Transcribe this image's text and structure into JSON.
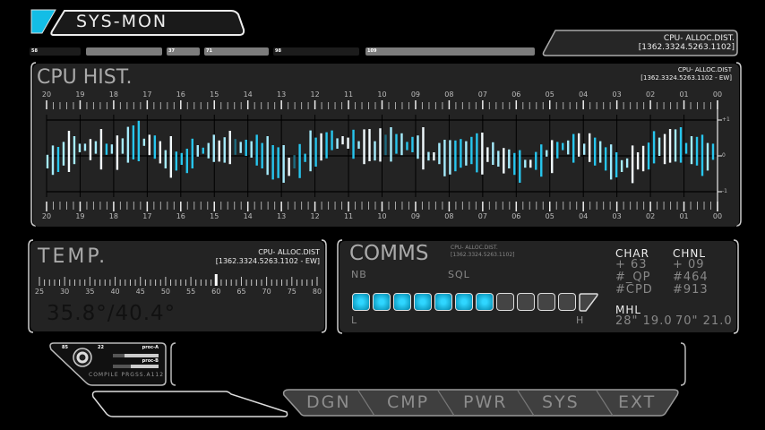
{
  "header": {
    "title": "SYS-MON",
    "info_line1": "CPU- ALLOC.DIST.",
    "info_line2": "[1362.3324.5263.1102]"
  },
  "status_segments": [
    {
      "label": "58",
      "style": "dark"
    },
    {
      "label": "",
      "style": "gray"
    },
    {
      "label": "37",
      "style": "gray"
    },
    {
      "label": "71",
      "style": "gray"
    },
    {
      "label": "98",
      "style": "dark"
    },
    {
      "label": "109",
      "style": "gray"
    }
  ],
  "cpu_hist": {
    "title": "CPU HIST.",
    "info_line1": "CPU- ALLOC.DIST",
    "info_line2": "[1362.3324.5263.1102 - EW]",
    "chart_data": {
      "type": "bar",
      "x_ticks": [
        "20",
        "19",
        "18",
        "17",
        "16",
        "15",
        "14",
        "13",
        "12",
        "11",
        "10",
        "09",
        "08",
        "07",
        "06",
        "05",
        "04",
        "03",
        "02",
        "01",
        "00"
      ],
      "y_ticks": [
        "+1",
        "0",
        "-1"
      ],
      "ylim": [
        -1,
        1
      ],
      "bars_hi_lo": [
        [
          0.03,
          -0.35
        ],
        [
          0.29,
          -0.53
        ],
        [
          0.25,
          -0.45
        ],
        [
          0.39,
          -0.27
        ],
        [
          0.7,
          -0.45
        ],
        [
          0.55,
          -0.23
        ],
        [
          0.34,
          0.1
        ],
        [
          0.34,
          0.14
        ],
        [
          0.47,
          -0.12
        ],
        [
          0.41,
          0.06
        ],
        [
          0.75,
          -0.38
        ],
        [
          0.34,
          0.03
        ],
        [
          0.32,
          0.06
        ],
        [
          0.57,
          -0.39
        ],
        [
          0.49,
          0.06
        ],
        [
          0.81,
          -0.19
        ],
        [
          0.85,
          -0.1
        ],
        [
          0.98,
          -0.15
        ],
        [
          0.48,
          0.28
        ],
        [
          0.59,
          0.02
        ],
        [
          0.57,
          -0.08
        ],
        [
          0.41,
          -0.21
        ],
        [
          0.16,
          -0.35
        ],
        [
          0.55,
          -0.61
        ],
        [
          0.12,
          -0.41
        ],
        [
          0.08,
          -0.25
        ],
        [
          0.2,
          -0.48
        ],
        [
          0.48,
          -0.35
        ],
        [
          0.3,
          -0.02
        ],
        [
          0.23,
          0.06
        ],
        [
          0.36,
          -0.07
        ],
        [
          0.59,
          -0.17
        ],
        [
          0.43,
          -0.16
        ],
        [
          0.52,
          -0.19
        ],
        [
          0.7,
          -0.23
        ],
        [
          0.47,
          0.03
        ],
        [
          0.39,
          0.08
        ],
        [
          0.45,
          0
        ],
        [
          0.41,
          -0.05
        ],
        [
          0.59,
          -0.27
        ],
        [
          0.36,
          -0.35
        ],
        [
          0.55,
          -0.53
        ],
        [
          0.3,
          -0.66
        ],
        [
          0.24,
          -0.62
        ],
        [
          0.3,
          -0.75
        ],
        [
          -0.05,
          -0.56
        ],
        [
          0.02,
          -0.35
        ],
        [
          0.33,
          -0.62
        ],
        [
          0.06,
          -0.17
        ],
        [
          0.71,
          -0.43
        ],
        [
          0.51,
          -0.3
        ],
        [
          0.63,
          -0.13
        ],
        [
          0.66,
          -0.07
        ],
        [
          0.71,
          0.16
        ],
        [
          0.49,
          0.2
        ],
        [
          0.55,
          0.32
        ],
        [
          0.51,
          0.2
        ],
        [
          0.73,
          -0.08
        ],
        [
          0.41,
          0.2
        ],
        [
          0.74,
          -0.23
        ],
        [
          0.75,
          -0.15
        ],
        [
          0.41,
          -0.13
        ],
        [
          0.77,
          -0.16
        ],
        [
          0.59,
          0.02
        ],
        [
          0.8,
          -0.16
        ],
        [
          0.61,
          0.06
        ],
        [
          0.63,
          0.02
        ],
        [
          0.39,
          0.16
        ],
        [
          0.53,
          0.1
        ],
        [
          0.57,
          -0.08
        ],
        [
          0.8,
          -0.38
        ],
        [
          0.11,
          -0.13
        ],
        [
          0.1,
          -0.13
        ],
        [
          0.36,
          -0.23
        ],
        [
          0.45,
          -0.57
        ],
        [
          0.44,
          -0.52
        ],
        [
          0.43,
          -0.43
        ],
        [
          0.47,
          -0.33
        ],
        [
          0.41,
          -0.27
        ],
        [
          0.53,
          -0.23
        ],
        [
          0.63,
          -0.46
        ],
        [
          0.65,
          -0.52
        ],
        [
          0.24,
          -0.17
        ],
        [
          0.38,
          -0.25
        ],
        [
          0.14,
          -0.3
        ],
        [
          0.22,
          -0.49
        ],
        [
          0.18,
          -0.35
        ],
        [
          0.08,
          -0.53
        ],
        [
          0.16,
          -0.75
        ],
        [
          -0.11,
          -0.33
        ],
        [
          -0.11,
          -0.33
        ],
        [
          0.11,
          -0.39
        ],
        [
          0.32,
          -0.58
        ],
        [
          0.16,
          -0.02
        ],
        [
          0.44,
          -0.48
        ],
        [
          0.39,
          -0.07
        ],
        [
          0.36,
          0.16
        ],
        [
          0.43,
          0.04
        ],
        [
          0.61,
          -0.19
        ],
        [
          0.63,
          -0.02
        ],
        [
          0.34,
          0.03
        ],
        [
          0.63,
          -0.17
        ],
        [
          0.51,
          -0.27
        ],
        [
          0.41,
          -0.19
        ],
        [
          0.24,
          -0.41
        ],
        [
          0.32,
          -0.66
        ],
        [
          0.1,
          -0.6
        ],
        [
          -0.12,
          -0.45
        ],
        [
          -0.07,
          -0.33
        ],
        [
          0.29,
          -0.76
        ],
        [
          0.1,
          -0.38
        ],
        [
          0.28,
          -0.43
        ],
        [
          0.37,
          -0.38
        ],
        [
          0.69,
          -0.21
        ],
        [
          0.51,
          0
        ],
        [
          0.61,
          -0.23
        ],
        [
          0.75,
          -0.19
        ],
        [
          0.74,
          -0.16
        ],
        [
          0.8,
          -0.19
        ],
        [
          0.36,
          0.06
        ],
        [
          0.55,
          -0.23
        ],
        [
          0.53,
          -0.27
        ],
        [
          0.59,
          -0.56
        ],
        [
          0.36,
          -0.41
        ],
        [
          0.34,
          -0.11
        ]
      ],
      "bar_colors": "llclwlllwlwclwllcclwcwlwcccclcllwlwdlclcclcclwdcclcwcclwwclwwlwdlclcclwlwlllcclccwwllwlcclwcclwcclcwlwclclcllwwwcclwwlcclcclccllw",
      "palette": {
        "w": "#f2fbff",
        "l": "#a6ecfd",
        "c": "#27c6ee",
        "d": "#1e6a7e"
      }
    }
  },
  "temp": {
    "title": "TEMP.",
    "info_line1": "CPU- ALLOC.DIST",
    "info_line2": "[1362.3324.5263.1102 - EW]",
    "scale_labels": [
      "25",
      "30",
      "35",
      "40",
      "45",
      "50",
      "55",
      "60",
      "65",
      "70",
      "75",
      "80"
    ],
    "marker_value": 60,
    "reading": "35.8°/40.4°",
    "accent": "#06a9cf"
  },
  "comms": {
    "title": "COMMS",
    "info_line1": "CPU- ALLOC.DIST.",
    "info_line2": "[1362.3324.5263.1102]",
    "label_nb": "NB",
    "label_sql": "SQL",
    "label_low": "L",
    "label_high": "H",
    "level_on": 7,
    "level_total": 12,
    "char": {
      "heading": "CHAR",
      "rows": [
        "+ 63",
        "#_QP",
        "#CPD"
      ]
    },
    "chnl": {
      "heading": "CHNL",
      "rows": [
        "+ 09",
        "#464",
        "#913"
      ]
    },
    "mhl": {
      "heading": "MHL",
      "val1": "28\" 19.0",
      "val2": "70\" 21.0"
    }
  },
  "compile": {
    "num1": "85",
    "num2": "22",
    "proc_a": "proc-A",
    "proc_b": "proc-B",
    "proc_a_progress": 0.25,
    "proc_b_progress": 0.4,
    "caption": "COMPILE PRGSS.A112"
  },
  "tabs": [
    "DGN",
    "CMP",
    "PWR",
    "SYS",
    "EXT"
  ]
}
